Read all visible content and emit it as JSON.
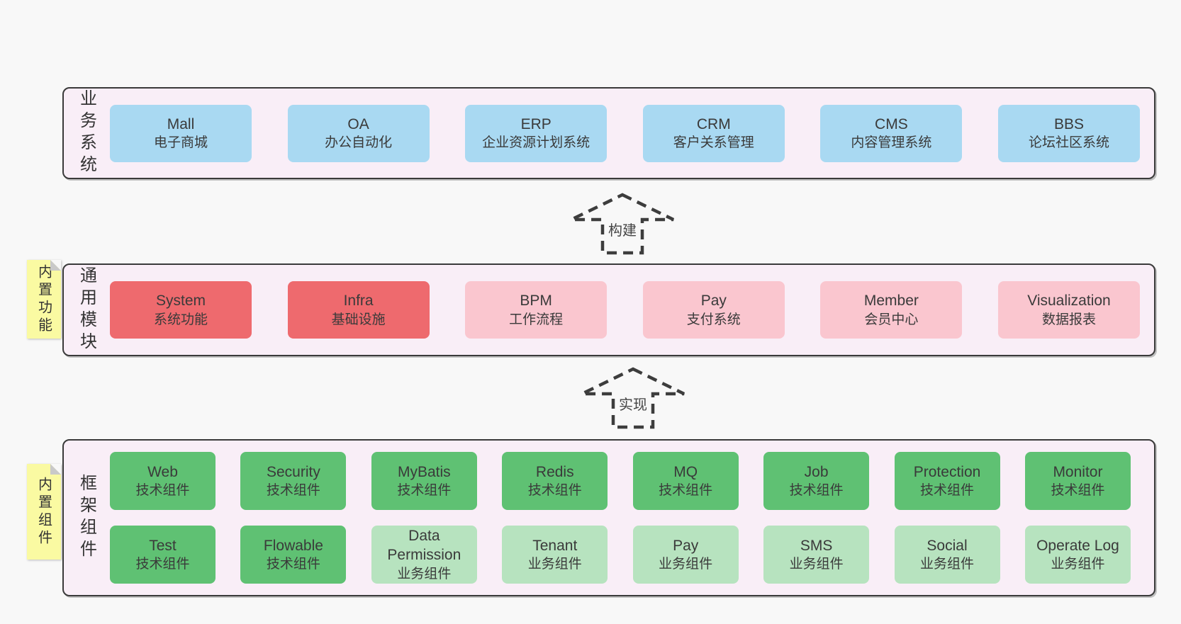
{
  "colors": {
    "page_bg": "#f8f8f8",
    "panel_bg": "#f9eef7",
    "panel_border": "#3a3a3a",
    "blue_box": "#a9d9f2",
    "red_box": "#ee6a6e",
    "pink_box": "#fac6cf",
    "green_box": "#5fc173",
    "light_green_box": "#b7e3bf",
    "sticky_yellow": "#fafaa2",
    "text": "#3a3a3a"
  },
  "arrows": [
    {
      "label": "构建"
    },
    {
      "label": "实现"
    }
  ],
  "bands": [
    {
      "label": "业务系统",
      "boxes": [
        {
          "name": "Mall",
          "desc": "电子商城"
        },
        {
          "name": "OA",
          "desc": "办公自动化"
        },
        {
          "name": "ERP",
          "desc": "企业资源计划系统"
        },
        {
          "name": "CRM",
          "desc": "客户关系管理"
        },
        {
          "name": "CMS",
          "desc": "内容管理系统"
        },
        {
          "name": "BBS",
          "desc": "论坛社区系统"
        }
      ]
    },
    {
      "label": "通用模块",
      "sticky": "内置功能",
      "boxes": [
        {
          "name": "System",
          "desc": "系统功能"
        },
        {
          "name": "Infra",
          "desc": "基础设施"
        },
        {
          "name": "BPM",
          "desc": "工作流程"
        },
        {
          "name": "Pay",
          "desc": "支付系统"
        },
        {
          "name": "Member",
          "desc": "会员中心"
        },
        {
          "name": "Visualization",
          "desc": "数据报表"
        }
      ]
    },
    {
      "label": "框架组件",
      "sticky": "内置组件",
      "rows": [
        [
          {
            "name": "Web",
            "desc": "技术组件"
          },
          {
            "name": "Security",
            "desc": "技术组件"
          },
          {
            "name": "MyBatis",
            "desc": "技术组件"
          },
          {
            "name": "Redis",
            "desc": "技术组件"
          },
          {
            "name": "MQ",
            "desc": "技术组件"
          },
          {
            "name": "Job",
            "desc": "技术组件"
          },
          {
            "name": "Protection",
            "desc": "技术组件"
          },
          {
            "name": "Monitor",
            "desc": "技术组件"
          }
        ],
        [
          {
            "name": "Test",
            "desc": "技术组件"
          },
          {
            "name": "Flowable",
            "desc": "技术组件"
          },
          {
            "name": "Data Permission",
            "desc": "业务组件"
          },
          {
            "name": "Tenant",
            "desc": "业务组件"
          },
          {
            "name": "Pay",
            "desc": "业务组件"
          },
          {
            "name": "SMS",
            "desc": "业务组件"
          },
          {
            "name": "Social",
            "desc": "业务组件"
          },
          {
            "name": "Operate Log",
            "desc": "业务组件"
          }
        ]
      ]
    }
  ]
}
